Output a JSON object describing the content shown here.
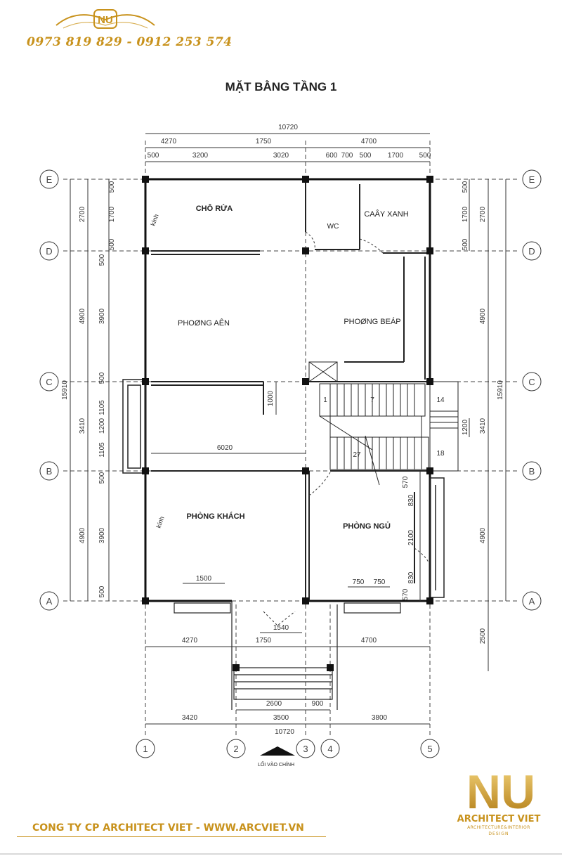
{
  "header": {
    "phone": "0973 819 829 - 0912 253 574",
    "brand_mark": "NU"
  },
  "title": "MẶT BẰNG TẦNG 1",
  "rooms": {
    "washing": "CHỖ RỬA",
    "wc": "WC",
    "green": "CAÂY XANH",
    "dining": "PHOØNG AÊN",
    "kitchen": "PHOØNG BEÁP",
    "living": "PHÒNG KHÁCH",
    "bedroom": "PHÒNG NGỦ"
  },
  "glass_labels": [
    "kính",
    "kính"
  ],
  "entrance": "LỐI VÀO CHÍNH",
  "grid_rows": [
    "E",
    "D",
    "C",
    "B",
    "A"
  ],
  "grid_cols": [
    "1",
    "2",
    "3",
    "4",
    "5"
  ],
  "dims_top_total": "10720",
  "dims_top_1": [
    "4270",
    "1750",
    "4700"
  ],
  "dims_top_2": [
    "500",
    "3200",
    "3020",
    "600",
    "700",
    "500",
    "1700",
    "500"
  ],
  "dims_bottom_1": [
    "4270",
    "1750",
    "4700"
  ],
  "dims_bottom_2": [
    "2600",
    "900"
  ],
  "dims_bottom_3": [
    "3420",
    "3500",
    "3800"
  ],
  "dims_bottom_total": "10720",
  "dims_left_total": "15910",
  "dims_left_1": [
    "2700",
    "4900",
    "3410",
    "4900"
  ],
  "dims_left_2": [
    "500",
    "1700",
    "500",
    "500",
    "3900",
    "500",
    "1105",
    "1200",
    "1105",
    "500",
    "3900",
    "500"
  ],
  "dims_right_total": "15910",
  "dims_right_1": [
    "2700",
    "4900",
    "3410",
    "4900",
    "2500"
  ],
  "dims_right_2": [
    "500",
    "1700",
    "500",
    "1200"
  ],
  "dims_bedroom": [
    "570",
    "830",
    "2100",
    "830",
    "570"
  ],
  "dims_inner": {
    "span_6020": "6020",
    "door_1000": "1000",
    "win_1500": "1500",
    "win_750_a": "750",
    "win_750_b": "750",
    "porch_1540": "1540"
  },
  "stair_numbers": [
    "1",
    "7",
    "14",
    "18",
    "27"
  ],
  "footer": {
    "company": "CONG TY CP ARCHITECT VIET - WWW.ARCVIET.VN",
    "logo_mark": "NU",
    "logo_name": "ARCHITECT VIET",
    "logo_sub": "ARCHITECTURE&INTERIOR",
    "logo_sub2": "DESIGN"
  },
  "colors": {
    "gold": "#c8921c",
    "line": "#333333",
    "wall": "#111111"
  }
}
